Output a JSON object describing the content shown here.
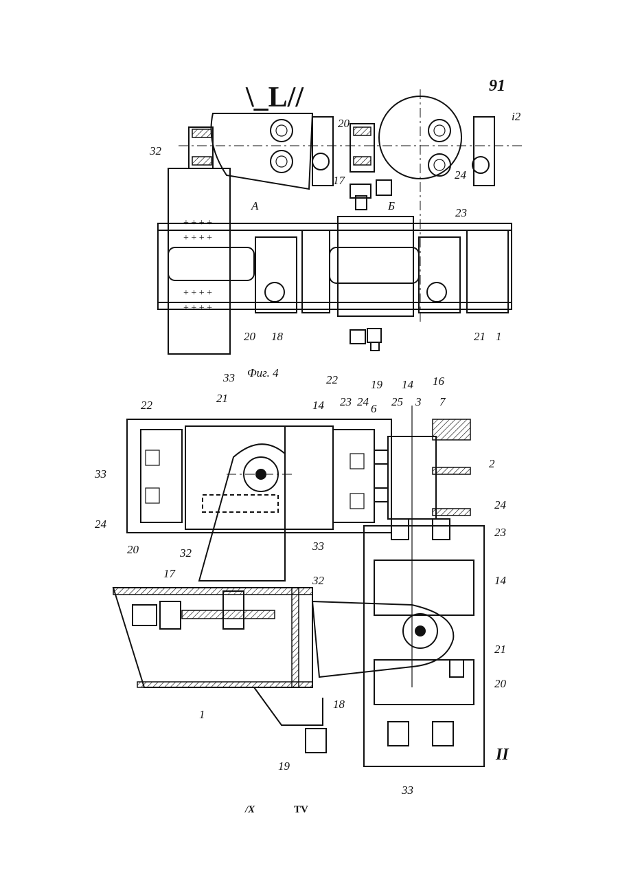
{
  "figure": {
    "top_header_text": "\\_L//",
    "upper_view_labels": [
      "91",
      "i2",
      "32",
      "17",
      "20",
      "24",
      "23",
      "A",
      "Б",
      "18",
      "20",
      "33",
      "Фиг. 4",
      "22",
      "19",
      "14",
      "16",
      "21",
      "1"
    ],
    "lower_view_labels": [
      "33",
      "24",
      "20",
      "22",
      "21",
      "17",
      "32",
      "14",
      "23",
      "24",
      "6",
      "25",
      "3",
      "7",
      "2",
      "33",
      "19",
      "1",
      "18",
      "20",
      "21",
      "32",
      "14",
      "23",
      "24",
      "33",
      "II"
    ],
    "footer_left": "/X",
    "footer_right": "TV"
  }
}
